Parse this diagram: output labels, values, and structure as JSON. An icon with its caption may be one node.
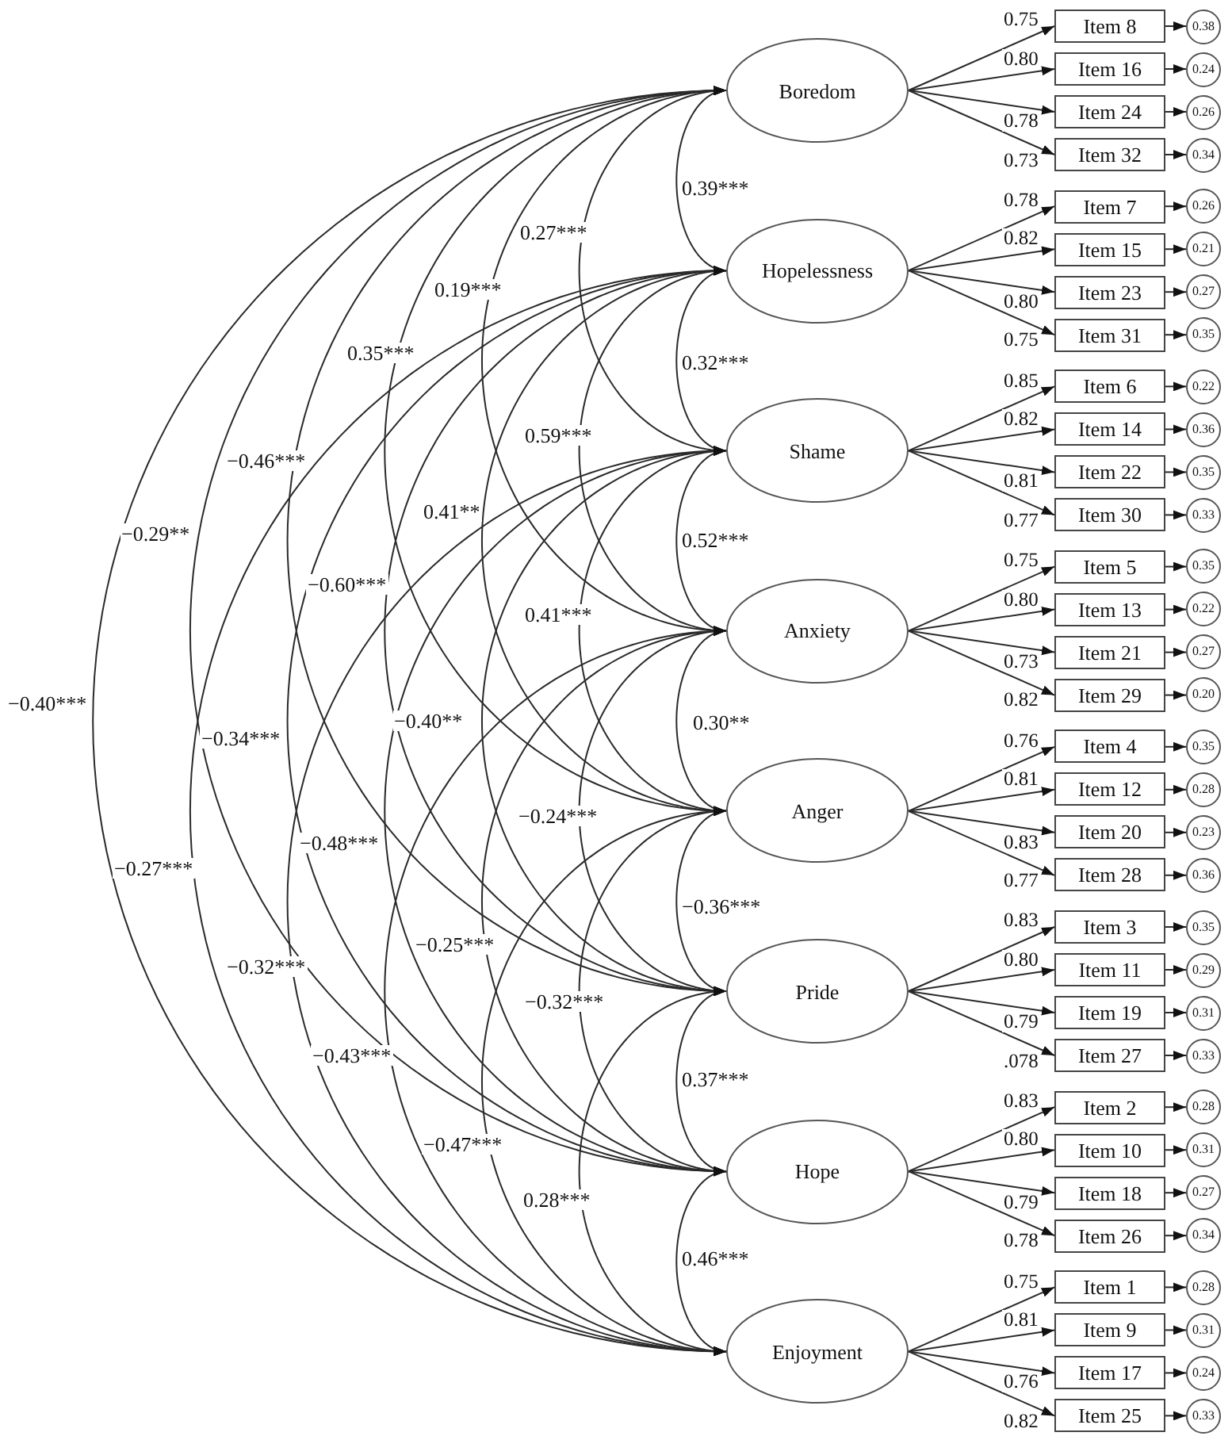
{
  "diagram": {
    "nodes": [
      {
        "text": [
          "Boredom"
        ]
      },
      {
        "text": [
          "Hopelessness"
        ]
      },
      {
        "text": [
          "Shame"
        ]
      },
      {
        "text": [
          "Anxiety"
        ]
      },
      {
        "text": [
          "Anger"
        ]
      },
      {
        "text": [
          "Pride"
        ]
      },
      {
        "text": [
          "Hope"
        ]
      },
      {
        "text": [
          "Enjoyment"
        ]
      },
      {
        "text": [
          "Item 8"
        ]
      },
      {
        "text": [
          "Item 16"
        ]
      },
      {
        "text": [
          "Item 24"
        ]
      },
      {
        "text": [
          "Item 32"
        ]
      },
      {
        "text": [
          "Item 7"
        ]
      },
      {
        "text": [
          "Item 15"
        ]
      },
      {
        "text": [
          "Item 23"
        ]
      },
      {
        "text": [
          "Item 31"
        ]
      },
      {
        "text": [
          "Item 6"
        ]
      },
      {
        "text": [
          "Item 14"
        ]
      },
      {
        "text": [
          "Item 22"
        ]
      },
      {
        "text": [
          "Item 30"
        ]
      },
      {
        "text": [
          "Item 5"
        ]
      },
      {
        "text": [
          "Item 13"
        ]
      },
      {
        "text": [
          "Item 21"
        ]
      },
      {
        "text": [
          "Item 29"
        ]
      },
      {
        "text": [
          "Item 4"
        ]
      },
      {
        "text": [
          "Item 12"
        ]
      },
      {
        "text": [
          "Item 20"
        ]
      },
      {
        "text": [
          "Item 28"
        ]
      },
      {
        "text": [
          "Item 3"
        ]
      },
      {
        "text": [
          "Item 11"
        ]
      },
      {
        "text": [
          "Item 19"
        ]
      },
      {
        "text": [
          "Item 27"
        ]
      },
      {
        "text": [
          "Item 2"
        ]
      },
      {
        "text": [
          "Item 10"
        ]
      },
      {
        "text": [
          "Item 18"
        ]
      },
      {
        "text": [
          "Item 26"
        ]
      },
      {
        "text": [
          "Item 1"
        ]
      },
      {
        "text": [
          "Item 9"
        ]
      },
      {
        "text": [
          "Item 17"
        ]
      },
      {
        "text": [
          "Item 25"
        ]
      },
      {
        "text": [
          "0.38"
        ]
      },
      {
        "text": [
          "0.24"
        ]
      },
      {
        "text": [
          "0.26"
        ]
      },
      {
        "text": [
          "0.34"
        ]
      },
      {
        "text": [
          "0.26"
        ]
      },
      {
        "text": [
          "0.21"
        ]
      },
      {
        "text": [
          "0.27"
        ]
      },
      {
        "text": [
          "0.35"
        ]
      },
      {
        "text": [
          "0.22"
        ]
      },
      {
        "text": [
          "0.36"
        ]
      },
      {
        "text": [
          "0.35"
        ]
      },
      {
        "text": [
          "0.33"
        ]
      },
      {
        "text": [
          "0.35"
        ]
      },
      {
        "text": [
          "0.22"
        ]
      },
      {
        "text": [
          "0.27"
        ]
      },
      {
        "text": [
          "0.20"
        ]
      },
      {
        "text": [
          "0.35"
        ]
      },
      {
        "text": [
          "0.28"
        ]
      },
      {
        "text": [
          "0.23"
        ]
      },
      {
        "text": [
          "0.36"
        ]
      },
      {
        "text": [
          "0.35"
        ]
      },
      {
        "text": [
          "0.29"
        ]
      },
      {
        "text": [
          "0.31"
        ]
      },
      {
        "text": [
          "0.33"
        ]
      },
      {
        "text": [
          "0.28"
        ]
      },
      {
        "text": [
          "0.31"
        ]
      },
      {
        "text": [
          "0.27"
        ]
      },
      {
        "text": [
          "0.34"
        ]
      },
      {
        "text": [
          "0.28"
        ]
      },
      {
        "text": [
          "0.31"
        ]
      },
      {
        "text": [
          "0.24"
        ]
      },
      {
        "text": [
          "0.33"
        ]
      }
    ],
    "edges": [
      {
        "from": 0,
        "to": 1,
        "arrow": "both",
        "label": "0.39***"
      },
      {
        "from": 0,
        "to": 2,
        "arrow": "both",
        "label": "0.27***"
      },
      {
        "from": 0,
        "to": 3,
        "arrow": "both",
        "label": "0.19***"
      },
      {
        "from": 0,
        "to": 4,
        "arrow": "both",
        "label": "0.35***"
      },
      {
        "from": 0,
        "to": 5,
        "arrow": "both",
        "label": "−0.46***"
      },
      {
        "from": 0,
        "to": 6,
        "arrow": "both",
        "label": "−0.29**"
      },
      {
        "from": 0,
        "to": 7,
        "arrow": "both",
        "label": "−0.40***"
      },
      {
        "from": 1,
        "to": 2,
        "arrow": "both",
        "label": "0.32***"
      },
      {
        "from": 1,
        "to": 3,
        "arrow": "both",
        "label": "0.59***"
      },
      {
        "from": 1,
        "to": 4,
        "arrow": "both",
        "label": "0.41**"
      },
      {
        "from": 1,
        "to": 5,
        "arrow": "both",
        "label": "−0.60***"
      },
      {
        "from": 1,
        "to": 6,
        "arrow": "both",
        "label": "−0.34***"
      },
      {
        "from": 1,
        "to": 7,
        "arrow": "both",
        "label": "−0.27***"
      },
      {
        "from": 2,
        "to": 3,
        "arrow": "both",
        "label": "0.52***"
      },
      {
        "from": 2,
        "to": 4,
        "arrow": "both",
        "label": "0.41***"
      },
      {
        "from": 2,
        "to": 5,
        "arrow": "both",
        "label": "−0.40**"
      },
      {
        "from": 2,
        "to": 6,
        "arrow": "both",
        "label": "−0.48***"
      },
      {
        "from": 2,
        "to": 7,
        "arrow": "both",
        "label": "−0.32***"
      },
      {
        "from": 3,
        "to": 4,
        "arrow": "both",
        "label": "0.30**"
      },
      {
        "from": 3,
        "to": 5,
        "arrow": "both",
        "label": "−0.24***"
      },
      {
        "from": 3,
        "to": 6,
        "arrow": "both",
        "label": "−0.25***"
      },
      {
        "from": 3,
        "to": 7,
        "arrow": "both",
        "label": "−0.43***"
      },
      {
        "from": 4,
        "to": 5,
        "arrow": "both",
        "label": "−0.36***"
      },
      {
        "from": 4,
        "to": 6,
        "arrow": "both",
        "label": "−0.32***"
      },
      {
        "from": 4,
        "to": 7,
        "arrow": "both",
        "label": "−0.47***"
      },
      {
        "from": 5,
        "to": 6,
        "arrow": "both",
        "label": "0.37***"
      },
      {
        "from": 5,
        "to": 7,
        "arrow": "both",
        "label": "0.28***"
      },
      {
        "from": 6,
        "to": 7,
        "arrow": "both",
        "label": "0.46***"
      },
      {
        "from": 0,
        "to": 8,
        "arrow": "to",
        "label": "0.75"
      },
      {
        "from": 0,
        "to": 9,
        "arrow": "to",
        "label": "0.80"
      },
      {
        "from": 0,
        "to": 10,
        "arrow": "to",
        "label": "0.78"
      },
      {
        "from": 0,
        "to": 11,
        "arrow": "to",
        "label": "0.73"
      },
      {
        "from": 1,
        "to": 12,
        "arrow": "to",
        "label": "0.78"
      },
      {
        "from": 1,
        "to": 13,
        "arrow": "to",
        "label": "0.82"
      },
      {
        "from": 1,
        "to": 14,
        "arrow": "to",
        "label": "0.80"
      },
      {
        "from": 1,
        "to": 15,
        "arrow": "to",
        "label": "0.75"
      },
      {
        "from": 2,
        "to": 16,
        "arrow": "to",
        "label": "0.85"
      },
      {
        "from": 2,
        "to": 17,
        "arrow": "to",
        "label": "0.82"
      },
      {
        "from": 2,
        "to": 18,
        "arrow": "to",
        "label": "0.81"
      },
      {
        "from": 2,
        "to": 19,
        "arrow": "to",
        "label": "0.77"
      },
      {
        "from": 3,
        "to": 20,
        "arrow": "to",
        "label": "0.75"
      },
      {
        "from": 3,
        "to": 21,
        "arrow": "to",
        "label": "0.80"
      },
      {
        "from": 3,
        "to": 22,
        "arrow": "to",
        "label": "0.73"
      },
      {
        "from": 3,
        "to": 23,
        "arrow": "to",
        "label": "0.82"
      },
      {
        "from": 4,
        "to": 24,
        "arrow": "to",
        "label": "0.76"
      },
      {
        "from": 4,
        "to": 25,
        "arrow": "to",
        "label": "0.81"
      },
      {
        "from": 4,
        "to": 26,
        "arrow": "to",
        "label": "0.83"
      },
      {
        "from": 4,
        "to": 27,
        "arrow": "to",
        "label": "0.77"
      },
      {
        "from": 5,
        "to": 28,
        "arrow": "to",
        "label": "0.83"
      },
      {
        "from": 5,
        "to": 29,
        "arrow": "to",
        "label": "0.80"
      },
      {
        "from": 5,
        "to": 30,
        "arrow": "to",
        "label": "0.79"
      },
      {
        "from": 5,
        "to": 31,
        "arrow": "to",
        "label": ".078"
      },
      {
        "from": 6,
        "to": 32,
        "arrow": "to",
        "label": "0.83"
      },
      {
        "from": 6,
        "to": 33,
        "arrow": "to",
        "label": "0.80"
      },
      {
        "from": 6,
        "to": 34,
        "arrow": "to",
        "label": "0.79"
      },
      {
        "from": 6,
        "to": 35,
        "arrow": "to",
        "label": "0.78"
      },
      {
        "from": 7,
        "to": 36,
        "arrow": "to",
        "label": "0.75"
      },
      {
        "from": 7,
        "to": 37,
        "arrow": "to",
        "label": "0.81"
      },
      {
        "from": 7,
        "to": 38,
        "arrow": "to",
        "label": "0.76"
      },
      {
        "from": 7,
        "to": 39,
        "arrow": "to",
        "label": "0.82"
      },
      {
        "from": 8,
        "to": 40,
        "arrow": "to"
      },
      {
        "from": 9,
        "to": 41,
        "arrow": "to"
      },
      {
        "from": 10,
        "to": 42,
        "arrow": "to"
      },
      {
        "from": 11,
        "to": 43,
        "arrow": "to"
      },
      {
        "from": 12,
        "to": 44,
        "arrow": "to"
      },
      {
        "from": 13,
        "to": 45,
        "arrow": "to"
      },
      {
        "from": 14,
        "to": 46,
        "arrow": "to"
      },
      {
        "from": 15,
        "to": 47,
        "arrow": "to"
      },
      {
        "from": 16,
        "to": 48,
        "arrow": "to"
      },
      {
        "from": 17,
        "to": 49,
        "arrow": "to"
      },
      {
        "from": 18,
        "to": 50,
        "arrow": "to"
      },
      {
        "from": 19,
        "to": 51,
        "arrow": "to"
      },
      {
        "from": 20,
        "to": 52,
        "arrow": "to"
      },
      {
        "from": 21,
        "to": 53,
        "arrow": "to"
      },
      {
        "from": 22,
        "to": 54,
        "arrow": "to"
      },
      {
        "from": 23,
        "to": 55,
        "arrow": "to"
      },
      {
        "from": 24,
        "to": 56,
        "arrow": "to"
      },
      {
        "from": 25,
        "to": 57,
        "arrow": "to"
      },
      {
        "from": 26,
        "to": 58,
        "arrow": "to"
      },
      {
        "from": 27,
        "to": 59,
        "arrow": "to"
      },
      {
        "from": 28,
        "to": 60,
        "arrow": "to"
      },
      {
        "from": 29,
        "to": 61,
        "arrow": "to"
      },
      {
        "from": 30,
        "to": 62,
        "arrow": "to"
      },
      {
        "from": 31,
        "to": 63,
        "arrow": "to"
      },
      {
        "from": 32,
        "to": 64,
        "arrow": "to"
      },
      {
        "from": 33,
        "to": 65,
        "arrow": "to"
      },
      {
        "from": 34,
        "to": 66,
        "arrow": "to"
      },
      {
        "from": 35,
        "to": 67,
        "arrow": "to"
      },
      {
        "from": 36,
        "to": 68,
        "arrow": "to"
      },
      {
        "from": 37,
        "to": 69,
        "arrow": "to"
      },
      {
        "from": 38,
        "to": 70,
        "arrow": "to"
      },
      {
        "from": 39,
        "to": 71,
        "arrow": "to"
      }
    ]
  }
}
